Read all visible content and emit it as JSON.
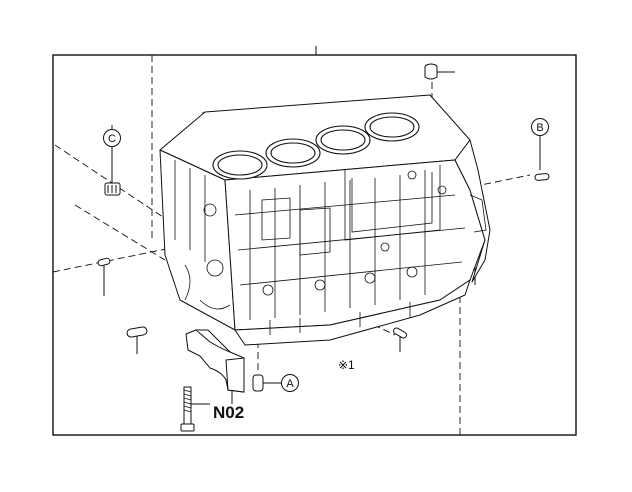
{
  "diagram": {
    "callouts": {
      "a": "A",
      "b": "B",
      "c": "C"
    },
    "note_mark": "※1",
    "part_code": "N02"
  },
  "colors": {
    "line": "#111111",
    "background": "#ffffff"
  },
  "icons": {
    "engine": "engine-block-illustration",
    "bolt": "bolt-icon",
    "pin": "dowel-pin-icon",
    "plug": "plug-icon",
    "cap": "bearing-cap-icon"
  }
}
